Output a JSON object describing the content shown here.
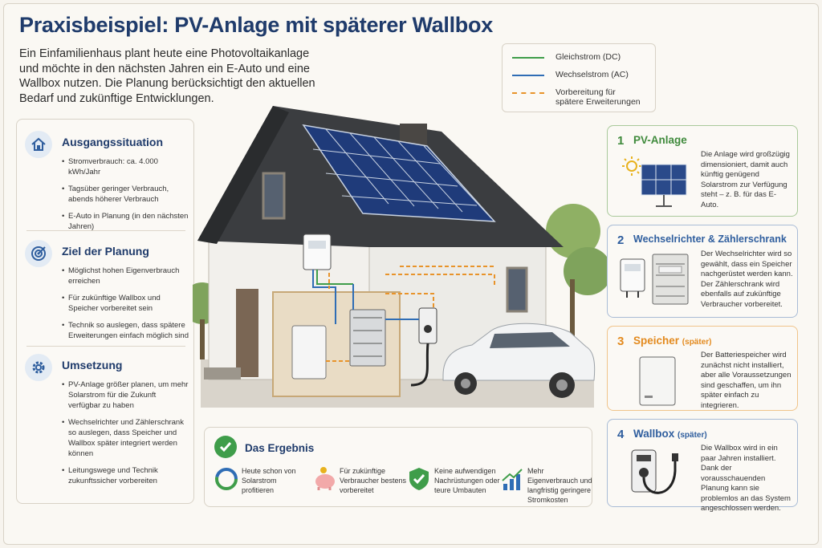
{
  "title": "Praxisbeispiel: PV-Anlage mit späterer Wallbox",
  "intro": "Ein Einfamilienhaus plant heute eine Photovoltaikanlage und möchte in den nächsten Jahren ein E-Auto und eine Wallbox nutzen. Die Planung berücksichtigt den aktuellen Bedarf und zukünftige Entwicklungen.",
  "legend": {
    "dc": "Gleichstrom (DC)",
    "ac": "Wechselstrom (AC)",
    "prep": "Vorbereitung für spätere Erweiterungen"
  },
  "sections": [
    {
      "title": "Ausgangssituation",
      "icon": "house-icon",
      "items": [
        "Stromverbrauch: ca. 4.000 kWh/Jahr",
        "Tagsüber geringer Verbrauch, abends höherer Verbrauch",
        "E-Auto in Planung (in den nächsten Jahren)"
      ]
    },
    {
      "title": "Ziel der Planung",
      "icon": "target-icon",
      "items": [
        "Möglichst hohen Eigenverbrauch erreichen",
        "Für zukünftige Wallbox und Speicher vorbereitet sein",
        "Technik so auslegen, dass spätere Erweiterungen einfach möglich sind"
      ]
    },
    {
      "title": "Umsetzung",
      "icon": "gear-icon",
      "items": [
        "PV-Anlage größer planen, um mehr Solarstrom für die Zukunft verfügbar zu haben",
        "Wechselrichter und Zählerschrank so auslegen, dass Speicher und Wallbox später integriert werden können",
        "Leitungswege und Technik zukunftssicher vorbereiten"
      ]
    }
  ],
  "cards": [
    {
      "num": "1",
      "title": "PV-Anlage",
      "suffix": "",
      "desc": "Die Anlage wird großzügig dimensioniert, damit auch künftig genügend Solarstrom zur Verfügung steht – z. B. für das E-Auto.",
      "color": "#3f8a3c",
      "border": "#a9c99a"
    },
    {
      "num": "2",
      "title": "Wechselrichter & Zählerschrank",
      "suffix": "",
      "desc": "Der Wechselrichter wird so gewählt, dass ein Speicher nachgerüstet werden kann. Der Zählerschrank wird ebenfalls auf zukünftige Verbraucher vorbereitet.",
      "color": "#2f5e9e",
      "border": "#a9bcd6"
    },
    {
      "num": "3",
      "title": "Speicher",
      "suffix": "(später)",
      "desc": "Der Batteriespeicher wird zunächst nicht installiert, aber alle Voraussetzungen sind geschaffen, um ihn später einfach zu integrieren.",
      "color": "#e38a1e",
      "border": "#f0c48a"
    },
    {
      "num": "4",
      "title": "Wallbox",
      "suffix": "(später)",
      "desc": "Die Wallbox wird in ein paar Jahren installiert. Dank der vorausschauenden Planung kann sie problemlos an das System angeschlossen werden.",
      "color": "#2f5e9e",
      "border": "#a9bcd6"
    }
  ],
  "result": {
    "title": "Das Ergebnis",
    "items": [
      {
        "text": "Heute schon von Solarstrom profitieren",
        "icon": "pie-icon"
      },
      {
        "text": "Für zukünftige Verbraucher bestens vorbereitet",
        "icon": "piggy-bank-icon"
      },
      {
        "text": "Keine aufwendigen Nachrüstungen oder teure Umbauten",
        "icon": "shield-check-icon"
      },
      {
        "text": "Mehr Eigenverbrauch und langfristig geringere Stromkosten",
        "icon": "bar-chart-icon"
      }
    ]
  },
  "colors": {
    "dc": "#3f9d4a",
    "ac": "#2f6db5",
    "prep": "#e8932a",
    "title": "#1f3b6b"
  }
}
